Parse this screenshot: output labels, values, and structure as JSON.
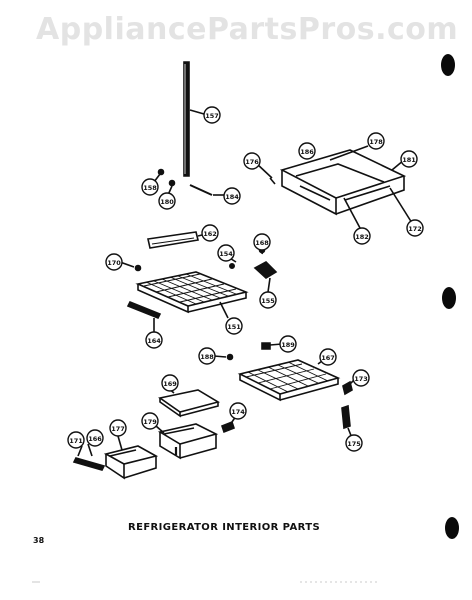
{
  "watermark": "AppliancePartsPros.com",
  "caption": "REFRIGERATOR INTERIOR PARTS",
  "page_number": "38",
  "callouts": {
    "c157": "157",
    "c158": "158",
    "c180": "180",
    "c184": "184",
    "c176": "176",
    "c186": "186",
    "c178": "178",
    "c181": "181",
    "c182": "182",
    "c172": "172",
    "c162": "162",
    "c170": "170",
    "c154": "154",
    "c168": "168",
    "c155": "155",
    "c151": "151",
    "c164": "164",
    "c188": "188",
    "c189": "189",
    "c167": "167",
    "c169": "169",
    "c173": "173",
    "c174": "174",
    "c175": "175",
    "c177": "177",
    "c179": "179",
    "c171": "171",
    "c166": "166"
  }
}
